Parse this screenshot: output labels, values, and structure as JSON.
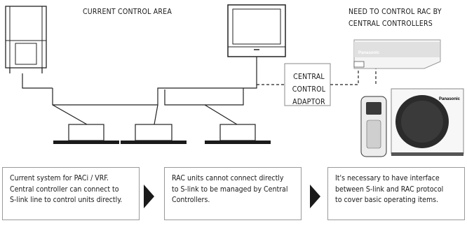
{
  "labels": {
    "current_area": "CURRENT CONTROL AREA",
    "need_rac": "NEED TO CONTROL RAC BY\nCENTRAL CONTROLLERS",
    "adaptor": "CENTRAL\nCONTROL\nADAPTOR"
  },
  "brand": {
    "indoor": "Panasonic",
    "outdoor": "Panasonic"
  },
  "steps": [
    {
      "text": "Current system for PACi / VRF.\nCentral controller can connect to\nS-link line to control units directly."
    },
    {
      "text": "RAC units cannot connect directly\nto S-link to be managed by Central\nControllers."
    },
    {
      "text": "It's necessary to have interface\nbetween S-link and RAC protocol\nto cover basic operating items."
    }
  ]
}
